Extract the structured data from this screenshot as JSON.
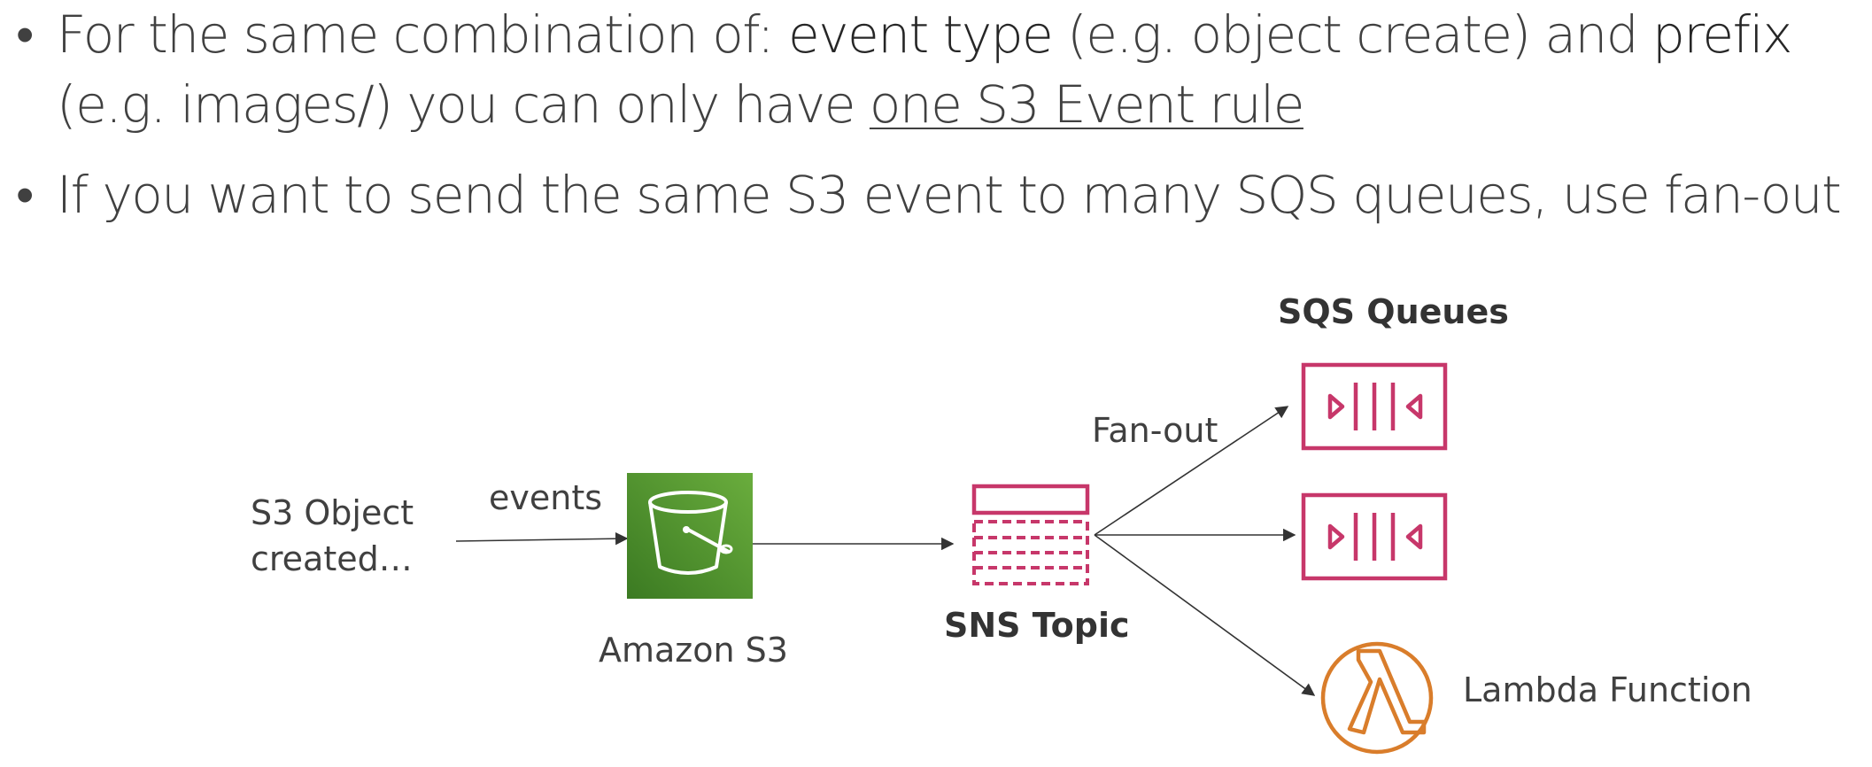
{
  "bullets": [
    {
      "parts": {
        "p1": "For the same combination of: ",
        "p2": "event type",
        "p3": " (e.g. object create) and ",
        "p4": "prefix",
        "p5": "(e.g. images/) you can only have ",
        "p6": "one S3 Event rule"
      }
    },
    {
      "text": "If you want to send the same S3 event to many SQS queues, use fan-out"
    }
  ],
  "diagram": {
    "source_label_line1": "S3 Object",
    "source_label_line2": "created…",
    "events_label": "events",
    "s3_label": "Amazon S3",
    "sns_label": "SNS Topic",
    "fanout_label": "Fan-out",
    "sqs_label": "SQS Queues",
    "lambda_label": "Lambda Function"
  },
  "colors": {
    "s3_green": "#4b8f2a",
    "sqs_pink": "#c7376a",
    "lambda_orange": "#d97d2b",
    "arrow": "#333333"
  },
  "icons": [
    "bucket-icon",
    "sns-topic-icon",
    "sqs-queue-icon",
    "lambda-icon"
  ]
}
